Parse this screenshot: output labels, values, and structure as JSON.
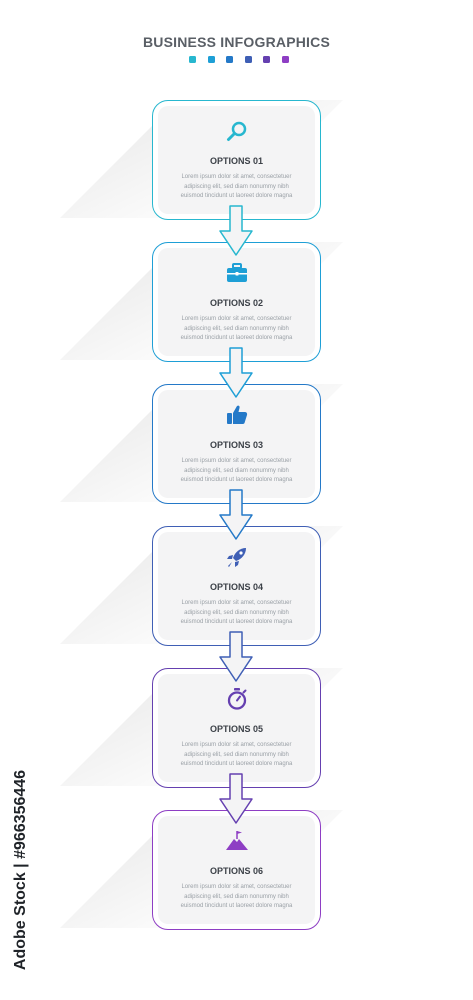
{
  "title": "BUSINESS INFOGRAPHICS",
  "palette": [
    "#27b7cf",
    "#1e9fd6",
    "#2479c8",
    "#3f5fb5",
    "#6540b0",
    "#8e3ec4"
  ],
  "steps": [
    {
      "label": "OPTIONS 01",
      "text": "Lorem ipsum dolor sit amet, consectetuer adipiscing elit, sed diam nonummy nibh euismod tincidunt ut laoreet dolore magna",
      "icon": "magnifier-icon",
      "color": "#27b7cf"
    },
    {
      "label": "OPTIONS 02",
      "text": "Lorem ipsum dolor sit amet, consectetuer adipiscing elit, sed diam nonummy nibh euismod tincidunt ut laoreet dolore magna",
      "icon": "briefcase-icon",
      "color": "#1e9fd6"
    },
    {
      "label": "OPTIONS 03",
      "text": "Lorem ipsum dolor sit amet, consectetuer adipiscing elit, sed diam nonummy nibh euismod tincidunt ut laoreet dolore magna",
      "icon": "thumbs-up-icon",
      "color": "#2479c8"
    },
    {
      "label": "OPTIONS 04",
      "text": "Lorem ipsum dolor sit amet, consectetuer adipiscing elit, sed diam nonummy nibh euismod tincidunt ut laoreet dolore magna",
      "icon": "rocket-icon",
      "color": "#3f5fb5"
    },
    {
      "label": "OPTIONS 05",
      "text": "Lorem ipsum dolor sit amet, consectetuer adipiscing elit, sed diam nonummy nibh euismod tincidunt ut laoreet dolore magna",
      "icon": "stopwatch-icon",
      "color": "#6540b0"
    },
    {
      "label": "OPTIONS 06",
      "text": "Lorem ipsum dolor sit amet, consectetuer adipiscing elit, sed diam nonummy nibh euismod tincidunt ut laoreet dolore magna",
      "icon": "mountain-flag-icon",
      "color": "#8e3ec4"
    }
  ],
  "credit": "Adobe Stock | #966356446"
}
